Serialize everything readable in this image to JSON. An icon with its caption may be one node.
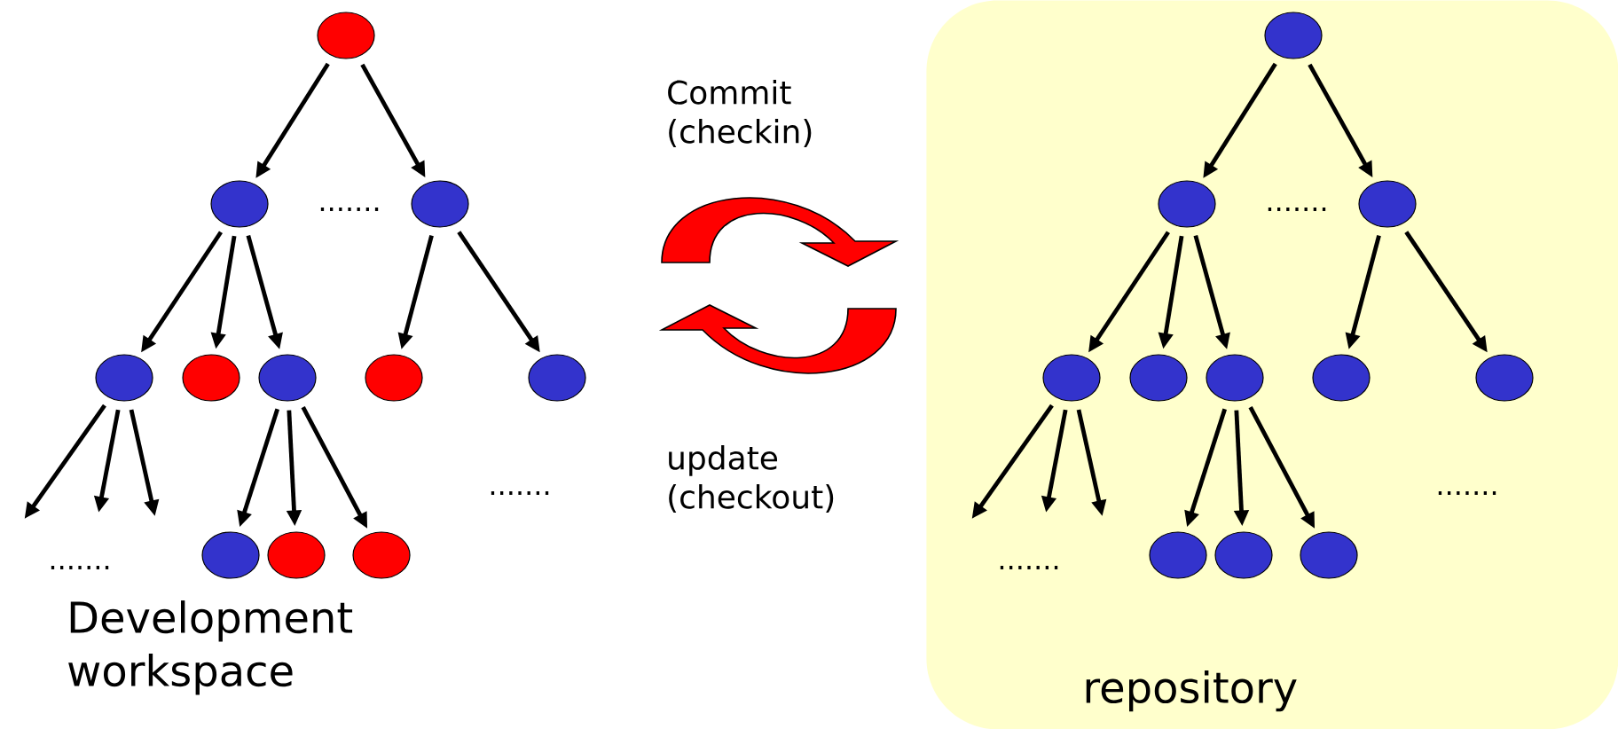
{
  "diagram": {
    "nodes": [
      {
        "text": [],
        "shape": "circle"
      },
      {
        "text": [],
        "shape": "circle"
      },
      {
        "text": [],
        "shape": "circle"
      },
      {
        "text": [],
        "shape": "circle"
      },
      {
        "text": [],
        "shape": "circle"
      },
      {
        "text": [],
        "shape": "circle"
      },
      {
        "text": [],
        "shape": "circle"
      },
      {
        "text": [],
        "shape": "circle"
      },
      {
        "text": [],
        "shape": "circle"
      },
      {
        "text": [],
        "shape": "circle"
      },
      {
        "text": [],
        "shape": "circle"
      },
      {
        "text": [
          "repository"
        ]
      },
      {
        "text": [],
        "shape": "circle",
        "in": 11
      },
      {
        "text": [],
        "shape": "circle",
        "in": 11
      },
      {
        "text": [],
        "shape": "circle",
        "in": 11
      },
      {
        "text": [],
        "shape": "circle",
        "in": 11
      },
      {
        "text": [],
        "shape": "circle",
        "in": 11
      },
      {
        "text": [],
        "shape": "circle",
        "in": 11
      },
      {
        "text": [],
        "shape": "circle",
        "in": 11
      },
      {
        "text": [],
        "shape": "circle",
        "in": 11
      },
      {
        "text": [],
        "shape": "circle",
        "in": 11
      },
      {
        "text": [],
        "shape": "circle",
        "in": 11
      },
      {
        "text": [],
        "shape": "circle",
        "in": 11
      }
    ],
    "edges": [
      {
        "from": 0,
        "to": 1,
        "arrow": "to"
      },
      {
        "from": 0,
        "to": 2,
        "arrow": "to"
      },
      {
        "from": 1,
        "to": 3,
        "arrow": "to"
      },
      {
        "from": 1,
        "to": 4,
        "arrow": "to"
      },
      {
        "from": 1,
        "to": 5,
        "arrow": "to"
      },
      {
        "from": 2,
        "to": 6,
        "arrow": "to"
      },
      {
        "from": 2,
        "to": 7,
        "arrow": "to"
      },
      {
        "from": 3,
        "to": null,
        "arrow": "to"
      },
      {
        "from": 3,
        "to": null,
        "arrow": "to"
      },
      {
        "from": 3,
        "to": null,
        "arrow": "to"
      },
      {
        "from": 5,
        "to": 8,
        "arrow": "to"
      },
      {
        "from": 5,
        "to": 9,
        "arrow": "to"
      },
      {
        "from": 5,
        "to": 10,
        "arrow": "to"
      },
      {
        "from": 12,
        "to": 13,
        "arrow": "to"
      },
      {
        "from": 12,
        "to": 14,
        "arrow": "to"
      },
      {
        "from": 13,
        "to": 15,
        "arrow": "to"
      },
      {
        "from": 13,
        "to": 16,
        "arrow": "to"
      },
      {
        "from": 13,
        "to": 17,
        "arrow": "to"
      },
      {
        "from": 14,
        "to": 18,
        "arrow": "to"
      },
      {
        "from": 14,
        "to": 19,
        "arrow": "to"
      },
      {
        "from": 15,
        "to": null,
        "arrow": "to"
      },
      {
        "from": 15,
        "to": null,
        "arrow": "to"
      },
      {
        "from": 15,
        "to": null,
        "arrow": "to"
      },
      {
        "from": 17,
        "to": 20,
        "arrow": "to"
      },
      {
        "from": 17,
        "to": 21,
        "arrow": "to"
      },
      {
        "from": 17,
        "to": 22,
        "arrow": "to"
      }
    ],
    "labels": [
      ".......",
      "Commit (checkin)",
      ".......",
      ".......",
      "update (checkout)",
      ".......",
      ".......",
      ".......",
      "Development workspace"
    ]
  }
}
